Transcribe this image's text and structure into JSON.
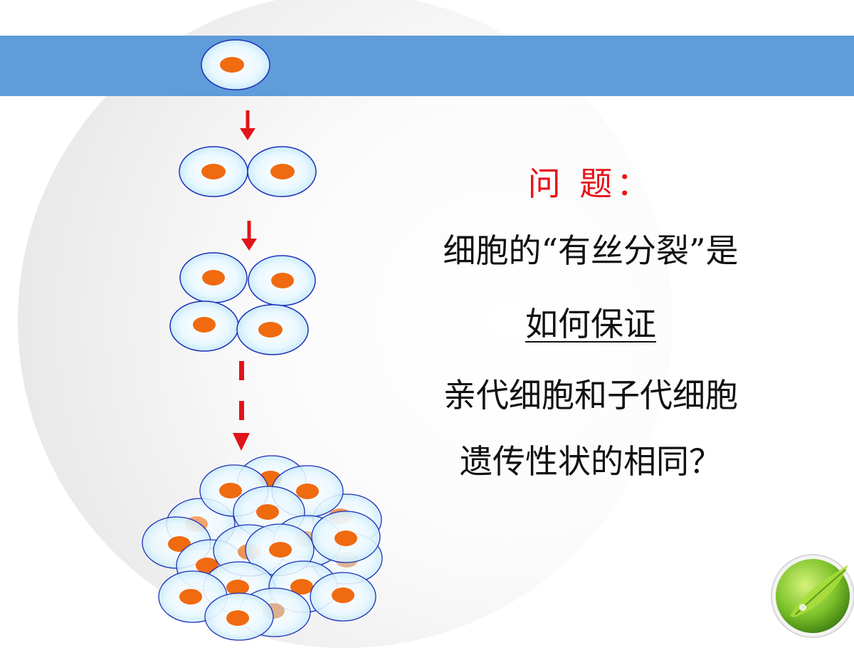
{
  "question": {
    "title": "问 题：",
    "line1": "细胞的“有丝分裂”是",
    "line2": "如何保证",
    "line3": "亲代细胞和子代细胞",
    "line4": "遗传性状的相同？"
  },
  "colors": {
    "band": "#5f9cd9",
    "cell_fill": "#eaf8ff",
    "cell_border": "#1f2fb8",
    "nucleus": "#f06a10",
    "arrow": "#e0141a",
    "title_text": "#e8141a"
  },
  "diagram": {
    "stages": [
      {
        "label_cells": 1
      },
      {
        "label_cells": 2
      },
      {
        "label_cells": 4
      },
      {
        "label_cells": "many"
      }
    ]
  }
}
